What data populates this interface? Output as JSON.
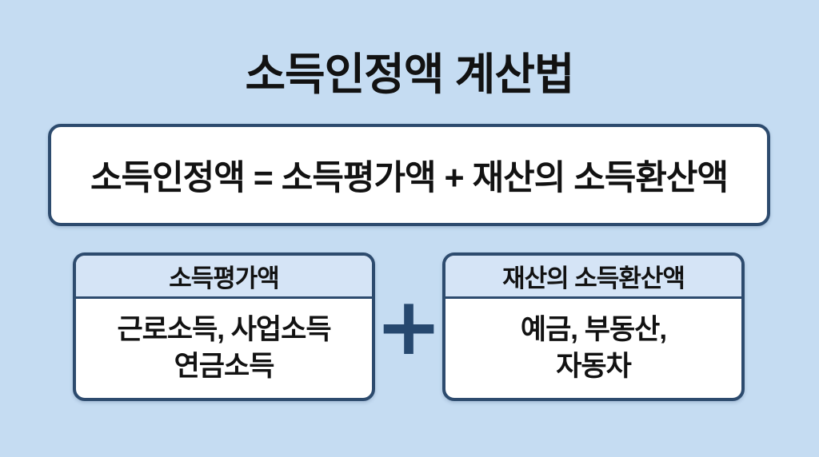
{
  "colors": {
    "background": "#c5dcf2",
    "border": "#2d4b6e",
    "header_fill": "#d5e4f6",
    "box_fill": "#ffffff",
    "text": "#121212",
    "plus": "#26486f"
  },
  "title": "소득인정액 계산법",
  "formula": "소득인정액 = 소득평가액 + 재산의 소득환산액",
  "operator": "+",
  "boxes": [
    {
      "header": "소득평가액",
      "lines": [
        "근로소득, 사업소득",
        "연금소득"
      ]
    },
    {
      "header": "재산의 소득환산액",
      "lines": [
        "예금, 부동산,",
        "자동차"
      ]
    }
  ]
}
